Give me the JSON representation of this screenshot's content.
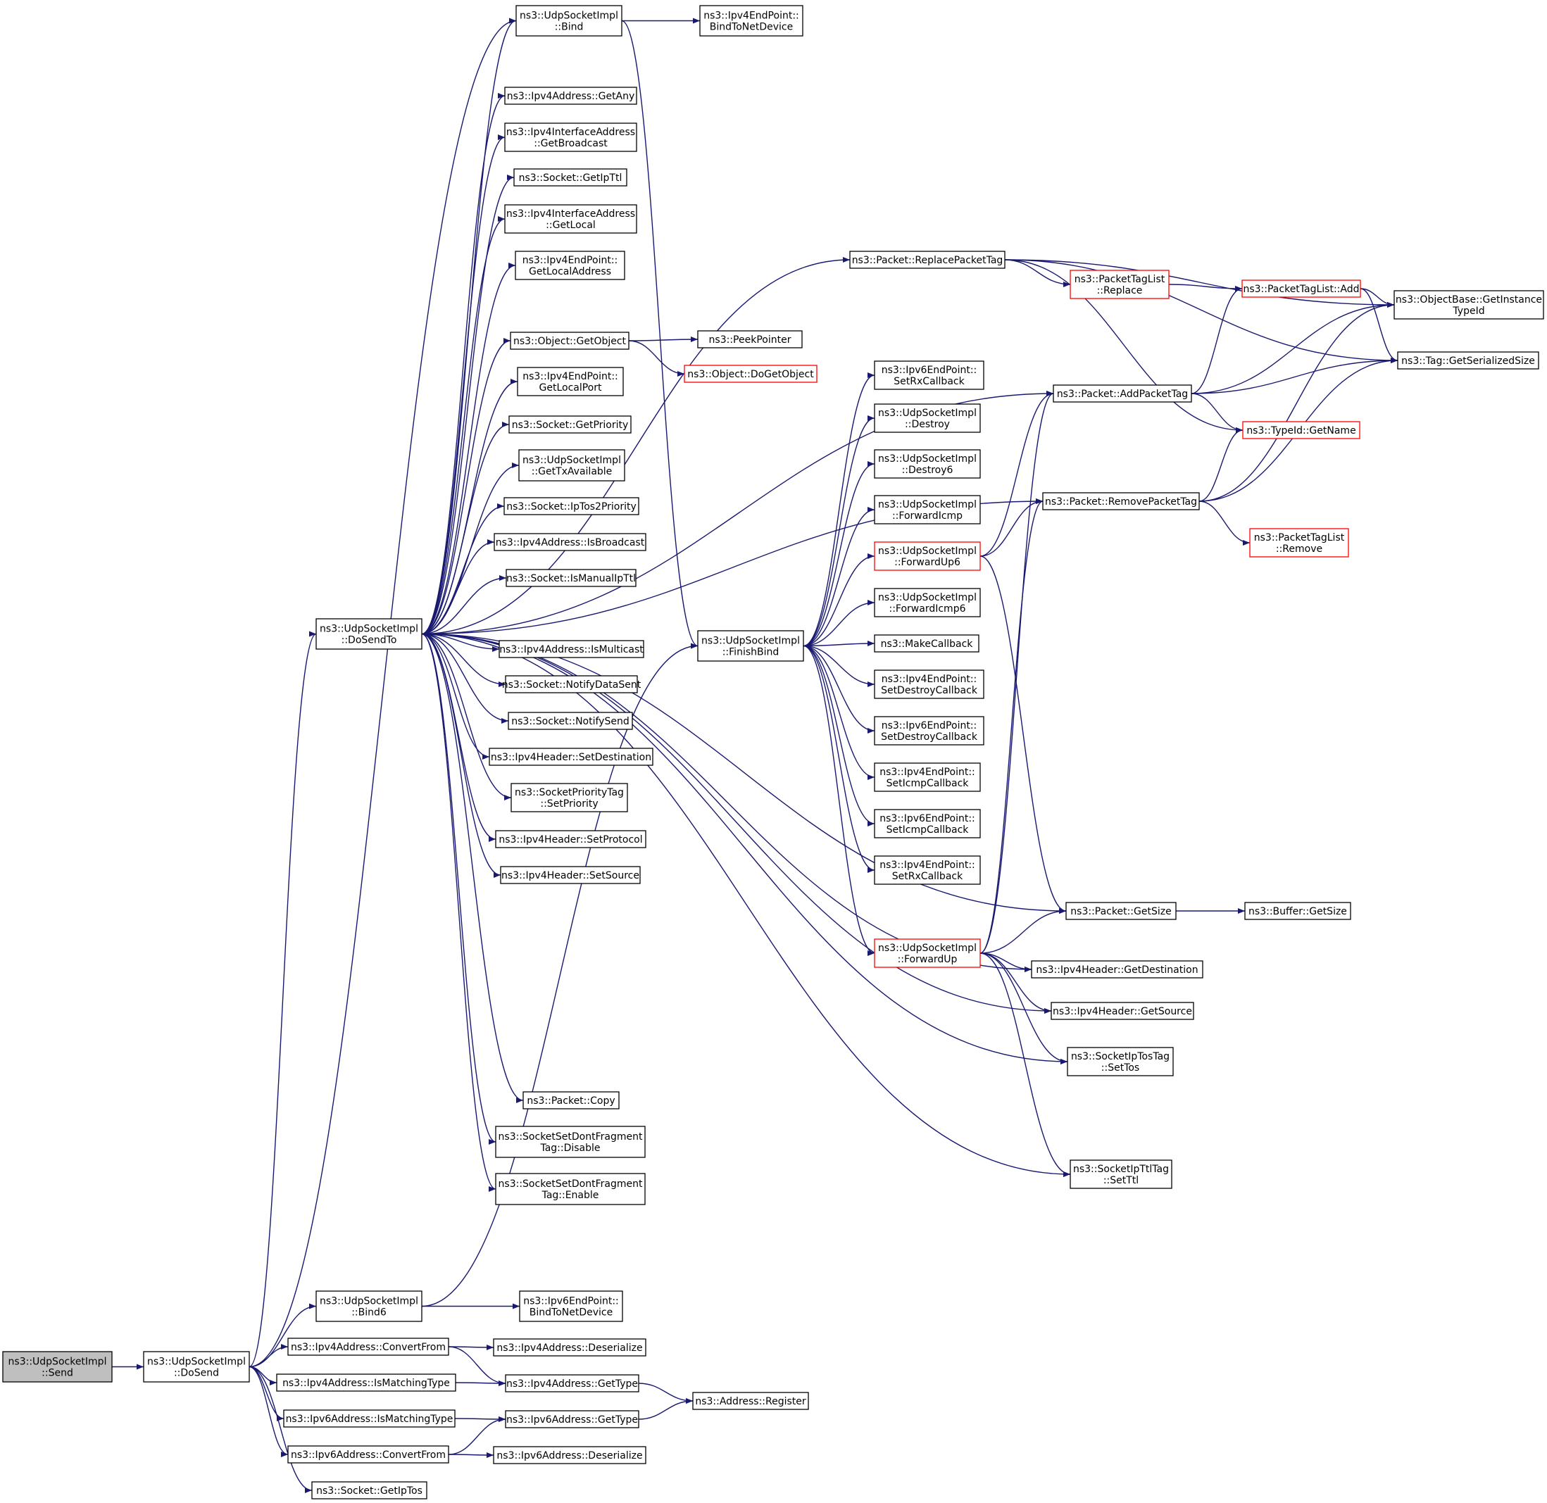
{
  "nodes": [
    {
      "id": "send",
      "lines": [
        "ns3::UdpSocketImpl",
        "::Send"
      ],
      "style": "root"
    },
    {
      "id": "dosend",
      "lines": [
        "ns3::UdpSocketImpl",
        "::DoSend"
      ],
      "style": "normal"
    },
    {
      "id": "dosendto",
      "lines": [
        "ns3::UdpSocketImpl",
        "::DoSendTo"
      ],
      "style": "normal"
    },
    {
      "id": "bind",
      "lines": [
        "ns3::UdpSocketImpl",
        "::Bind"
      ],
      "style": "normal"
    },
    {
      "id": "v4ep_bindtodev",
      "lines": [
        "ns3::Ipv4EndPoint::",
        "BindToNetDevice"
      ],
      "style": "normal"
    },
    {
      "id": "v4addr_getany",
      "lines": [
        "ns3::Ipv4Address::GetAny"
      ],
      "style": "normal"
    },
    {
      "id": "v4if_getbcast",
      "lines": [
        "ns3::Ipv4InterfaceAddress",
        "::GetBroadcast"
      ],
      "style": "normal"
    },
    {
      "id": "sock_getipttl",
      "lines": [
        "ns3::Socket::GetIpTtl"
      ],
      "style": "normal"
    },
    {
      "id": "v4if_getlocal",
      "lines": [
        "ns3::Ipv4InterfaceAddress",
        "::GetLocal"
      ],
      "style": "normal"
    },
    {
      "id": "v4ep_getlocaladdr",
      "lines": [
        "ns3::Ipv4EndPoint::",
        "GetLocalAddress"
      ],
      "style": "normal"
    },
    {
      "id": "obj_getobject",
      "lines": [
        "ns3::Object::GetObject"
      ],
      "style": "normal"
    },
    {
      "id": "peekpointer",
      "lines": [
        "ns3::PeekPointer"
      ],
      "style": "normal"
    },
    {
      "id": "obj_dogetobject",
      "lines": [
        "ns3::Object::DoGetObject"
      ],
      "style": "red"
    },
    {
      "id": "v4ep_getlocalport",
      "lines": [
        "ns3::Ipv4EndPoint::",
        "GetLocalPort"
      ],
      "style": "normal"
    },
    {
      "id": "sock_getpriority",
      "lines": [
        "ns3::Socket::GetPriority"
      ],
      "style": "normal"
    },
    {
      "id": "udp_gettxavail",
      "lines": [
        "ns3::UdpSocketImpl",
        "::GetTxAvailable"
      ],
      "style": "normal"
    },
    {
      "id": "sock_iptos2prio",
      "lines": [
        "ns3::Socket::IpTos2Priority"
      ],
      "style": "normal"
    },
    {
      "id": "v4addr_isbcast",
      "lines": [
        "ns3::Ipv4Address::IsBroadcast"
      ],
      "style": "normal"
    },
    {
      "id": "sock_ismanualipttl",
      "lines": [
        "ns3::Socket::IsManualIpTtl"
      ],
      "style": "normal"
    },
    {
      "id": "v4addr_ismcast",
      "lines": [
        "ns3::Ipv4Address::IsMulticast"
      ],
      "style": "normal"
    },
    {
      "id": "sock_notifydatasent",
      "lines": [
        "ns3::Socket::NotifyDataSent"
      ],
      "style": "normal"
    },
    {
      "id": "sock_notifysend",
      "lines": [
        "ns3::Socket::NotifySend"
      ],
      "style": "normal"
    },
    {
      "id": "v4hdr_setdest",
      "lines": [
        "ns3::Ipv4Header::SetDestination"
      ],
      "style": "normal"
    },
    {
      "id": "sockprio_setprio",
      "lines": [
        "ns3::SocketPriorityTag",
        "::SetPriority"
      ],
      "style": "normal"
    },
    {
      "id": "v4hdr_setproto",
      "lines": [
        "ns3::Ipv4Header::SetProtocol"
      ],
      "style": "normal"
    },
    {
      "id": "v4hdr_setsrc",
      "lines": [
        "ns3::Ipv4Header::SetSource"
      ],
      "style": "normal"
    },
    {
      "id": "pkt_copy",
      "lines": [
        "ns3::Packet::Copy"
      ],
      "style": "normal"
    },
    {
      "id": "dontfrag_disable",
      "lines": [
        "ns3::SocketSetDontFragment",
        "Tag::Disable"
      ],
      "style": "normal"
    },
    {
      "id": "dontfrag_enable",
      "lines": [
        "ns3::SocketSetDontFragment",
        "Tag::Enable"
      ],
      "style": "normal"
    },
    {
      "id": "bind6",
      "lines": [
        "ns3::UdpSocketImpl",
        "::Bind6"
      ],
      "style": "normal"
    },
    {
      "id": "v6ep_bindtodev",
      "lines": [
        "ns3::Ipv6EndPoint::",
        "BindToNetDevice"
      ],
      "style": "normal"
    },
    {
      "id": "v4addr_convertfrom",
      "lines": [
        "ns3::Ipv4Address::ConvertFrom"
      ],
      "style": "normal"
    },
    {
      "id": "v4addr_ismatching",
      "lines": [
        "ns3::Ipv4Address::IsMatchingType"
      ],
      "style": "normal"
    },
    {
      "id": "v6addr_ismatching",
      "lines": [
        "ns3::Ipv6Address::IsMatchingType"
      ],
      "style": "normal"
    },
    {
      "id": "v6addr_convertfrom",
      "lines": [
        "ns3::Ipv6Address::ConvertFrom"
      ],
      "style": "normal"
    },
    {
      "id": "sock_getiptos",
      "lines": [
        "ns3::Socket::GetIpTos"
      ],
      "style": "normal"
    },
    {
      "id": "v4addr_deserialize",
      "lines": [
        "ns3::Ipv4Address::Deserialize"
      ],
      "style": "normal"
    },
    {
      "id": "v4addr_gettype",
      "lines": [
        "ns3::Ipv4Address::GetType"
      ],
      "style": "normal"
    },
    {
      "id": "v6addr_gettype",
      "lines": [
        "ns3::Ipv6Address::GetType"
      ],
      "style": "normal"
    },
    {
      "id": "v6addr_deserialize",
      "lines": [
        "ns3::Ipv6Address::Deserialize"
      ],
      "style": "normal"
    },
    {
      "id": "addr_register",
      "lines": [
        "ns3::Address::Register"
      ],
      "style": "normal"
    },
    {
      "id": "finishbind",
      "lines": [
        "ns3::UdpSocketImpl",
        "::FinishBind"
      ],
      "style": "normal"
    },
    {
      "id": "v6ep_setrxcb",
      "lines": [
        "ns3::Ipv6EndPoint::",
        "SetRxCallback"
      ],
      "style": "normal"
    },
    {
      "id": "udp_destroy",
      "lines": [
        "ns3::UdpSocketImpl",
        "::Destroy"
      ],
      "style": "normal"
    },
    {
      "id": "udp_destroy6",
      "lines": [
        "ns3::UdpSocketImpl",
        "::Destroy6"
      ],
      "style": "normal"
    },
    {
      "id": "udp_fwdicmp",
      "lines": [
        "ns3::UdpSocketImpl",
        "::ForwardIcmp"
      ],
      "style": "normal"
    },
    {
      "id": "udp_fwdup6",
      "lines": [
        "ns3::UdpSocketImpl",
        "::ForwardUp6"
      ],
      "style": "red"
    },
    {
      "id": "udp_fwdicmp6",
      "lines": [
        "ns3::UdpSocketImpl",
        "::ForwardIcmp6"
      ],
      "style": "normal"
    },
    {
      "id": "makecallback",
      "lines": [
        "ns3::MakeCallback"
      ],
      "style": "normal"
    },
    {
      "id": "v4ep_setdestroycb",
      "lines": [
        "ns3::Ipv4EndPoint::",
        "SetDestroyCallback"
      ],
      "style": "normal"
    },
    {
      "id": "v6ep_setdestroycb",
      "lines": [
        "ns3::Ipv6EndPoint::",
        "SetDestroyCallback"
      ],
      "style": "normal"
    },
    {
      "id": "v4ep_seticmpcb",
      "lines": [
        "ns3::Ipv4EndPoint::",
        "SetIcmpCallback"
      ],
      "style": "normal"
    },
    {
      "id": "v6ep_seticmpcb",
      "lines": [
        "ns3::Ipv6EndPoint::",
        "SetIcmpCallback"
      ],
      "style": "normal"
    },
    {
      "id": "v4ep_setrxcb",
      "lines": [
        "ns3::Ipv4EndPoint::",
        "SetRxCallback"
      ],
      "style": "normal"
    },
    {
      "id": "udp_fwdup",
      "lines": [
        "ns3::UdpSocketImpl",
        "::ForwardUp"
      ],
      "style": "red"
    },
    {
      "id": "pkt_replacetag",
      "lines": [
        "ns3::Packet::ReplacePacketTag"
      ],
      "style": "normal"
    },
    {
      "id": "ptl_replace",
      "lines": [
        "ns3::PacketTagList",
        "::Replace"
      ],
      "style": "red"
    },
    {
      "id": "ptl_add",
      "lines": [
        "ns3::PacketTagList::Add"
      ],
      "style": "red"
    },
    {
      "id": "objbase_getinst",
      "lines": [
        "ns3::ObjectBase::GetInstance",
        "TypeId"
      ],
      "style": "normal"
    },
    {
      "id": "tag_getsersize",
      "lines": [
        "ns3::Tag::GetSerializedSize"
      ],
      "style": "normal"
    },
    {
      "id": "pkt_addtag",
      "lines": [
        "ns3::Packet::AddPacketTag"
      ],
      "style": "normal"
    },
    {
      "id": "typeid_getname",
      "lines": [
        "ns3::TypeId::GetName"
      ],
      "style": "red"
    },
    {
      "id": "pkt_removetag",
      "lines": [
        "ns3::Packet::RemovePacketTag"
      ],
      "style": "normal"
    },
    {
      "id": "ptl_remove",
      "lines": [
        "ns3::PacketTagList",
        "::Remove"
      ],
      "style": "red"
    },
    {
      "id": "pkt_getsize",
      "lines": [
        "ns3::Packet::GetSize"
      ],
      "style": "normal"
    },
    {
      "id": "buf_getsize",
      "lines": [
        "ns3::Buffer::GetSize"
      ],
      "style": "normal"
    },
    {
      "id": "v4hdr_getdest",
      "lines": [
        "ns3::Ipv4Header::GetDestination"
      ],
      "style": "normal"
    },
    {
      "id": "v4hdr_getsrc",
      "lines": [
        "ns3::Ipv4Header::GetSource"
      ],
      "style": "normal"
    },
    {
      "id": "iptos_settos",
      "lines": [
        "ns3::SocketIpTosTag",
        "::SetTos"
      ],
      "style": "normal"
    },
    {
      "id": "ipttl_setttl",
      "lines": [
        "ns3::SocketIpTtlTag",
        "::SetTtl"
      ],
      "style": "normal"
    }
  ],
  "colors": {
    "edge": "#191970",
    "root_fill": "#bfbfbf",
    "red_border": "#ff0000",
    "border": "#000000"
  }
}
